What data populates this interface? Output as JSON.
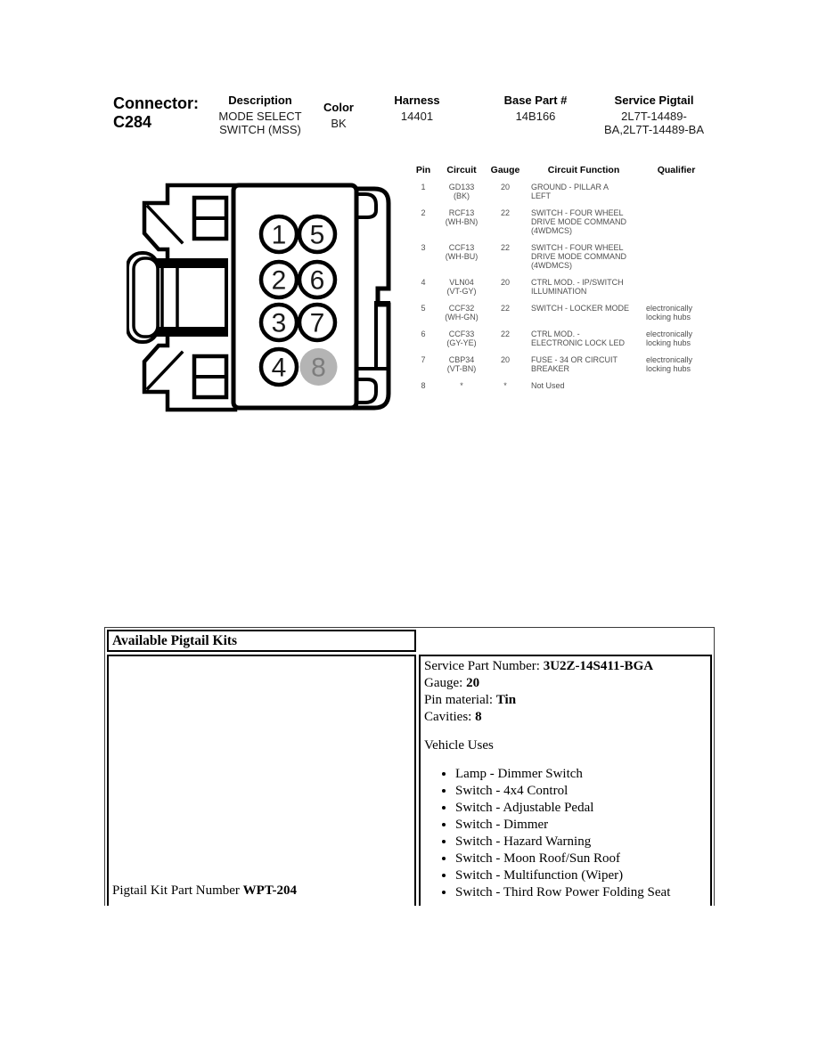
{
  "header": {
    "connector_label": "Connector:",
    "connector_id": "C284",
    "fields": [
      {
        "label": "Description",
        "value": "MODE SELECT\nSWITCH (MSS)"
      },
      {
        "label": "Color",
        "value": "BK"
      },
      {
        "label": "Harness",
        "value": "14401"
      },
      {
        "label": "Base Part #",
        "value": "14B166"
      },
      {
        "label": "Service Pigtail",
        "value": "2L7T-14489-\nBA,2L7T-14489-BA"
      }
    ]
  },
  "connector_diagram": {
    "pin_labels": [
      "1",
      "5",
      "2",
      "6",
      "3",
      "7",
      "4",
      "8"
    ],
    "not_used_pin": "8",
    "gray_circle_fill": "#b4b4b4",
    "gray_digit_color": "#7d7d7d"
  },
  "pin_table": {
    "columns": [
      "Pin",
      "Circuit",
      "Gauge",
      "Circuit Function",
      "Qualifier"
    ],
    "rows": [
      {
        "pin": "1",
        "circuit": "GD133",
        "circuit_color": "(BK)",
        "gauge": "20",
        "function": "GROUND - PILLAR A\nLEFT",
        "qualifier": ""
      },
      {
        "pin": "2",
        "circuit": "RCF13",
        "circuit_color": "(WH-BN)",
        "gauge": "22",
        "function": "SWITCH - FOUR WHEEL\nDRIVE MODE COMMAND\n(4WDMCS)",
        "qualifier": ""
      },
      {
        "pin": "3",
        "circuit": "CCF13",
        "circuit_color": "(WH-BU)",
        "gauge": "22",
        "function": "SWITCH - FOUR WHEEL\nDRIVE MODE COMMAND\n(4WDMCS)",
        "qualifier": ""
      },
      {
        "pin": "4",
        "circuit": "VLN04",
        "circuit_color": "(VT-GY)",
        "gauge": "20",
        "function": "CTRL MOD. - IP/SWITCH\nILLUMINATION",
        "qualifier": ""
      },
      {
        "pin": "5",
        "circuit": "CCF32",
        "circuit_color": "(WH-GN)",
        "gauge": "22",
        "function": "SWITCH - LOCKER MODE",
        "qualifier": "electronically\nlocking hubs"
      },
      {
        "pin": "6",
        "circuit": "CCF33",
        "circuit_color": "(GY-YE)",
        "gauge": "22",
        "function": "CTRL MOD. -\nELECTRONIC LOCK LED",
        "qualifier": "electronically\nlocking hubs"
      },
      {
        "pin": "7",
        "circuit": "CBP34",
        "circuit_color": "(VT-BN)",
        "gauge": "20",
        "function": "FUSE - 34 OR CIRCUIT\nBREAKER",
        "qualifier": "electronically\nlocking hubs"
      },
      {
        "pin": "8",
        "circuit": "*",
        "circuit_color": "",
        "gauge": "*",
        "function": "Not Used",
        "qualifier": ""
      }
    ]
  },
  "pigtail_section": {
    "title": "Available Pigtail Kits",
    "kit_label": "Pigtail Kit Part Number ",
    "kit_number": "WPT-204",
    "details": [
      {
        "label": "Service Part Number: ",
        "value": "3U2Z-14S411-BGA"
      },
      {
        "label": "Gauge: ",
        "value": "20"
      },
      {
        "label": "Pin material: ",
        "value": "Tin"
      },
      {
        "label": "Cavities: ",
        "value": "8"
      }
    ],
    "uses_title": "Vehicle Uses",
    "uses": [
      "Lamp - Dimmer Switch",
      "Switch - 4x4 Control",
      "Switch - Adjustable Pedal",
      "Switch - Dimmer",
      "Switch - Hazard Warning",
      "Switch - Moon Roof/Sun Roof",
      "Switch - Multifunction (Wiper)",
      "Switch - Third Row Power Folding Seat"
    ]
  }
}
